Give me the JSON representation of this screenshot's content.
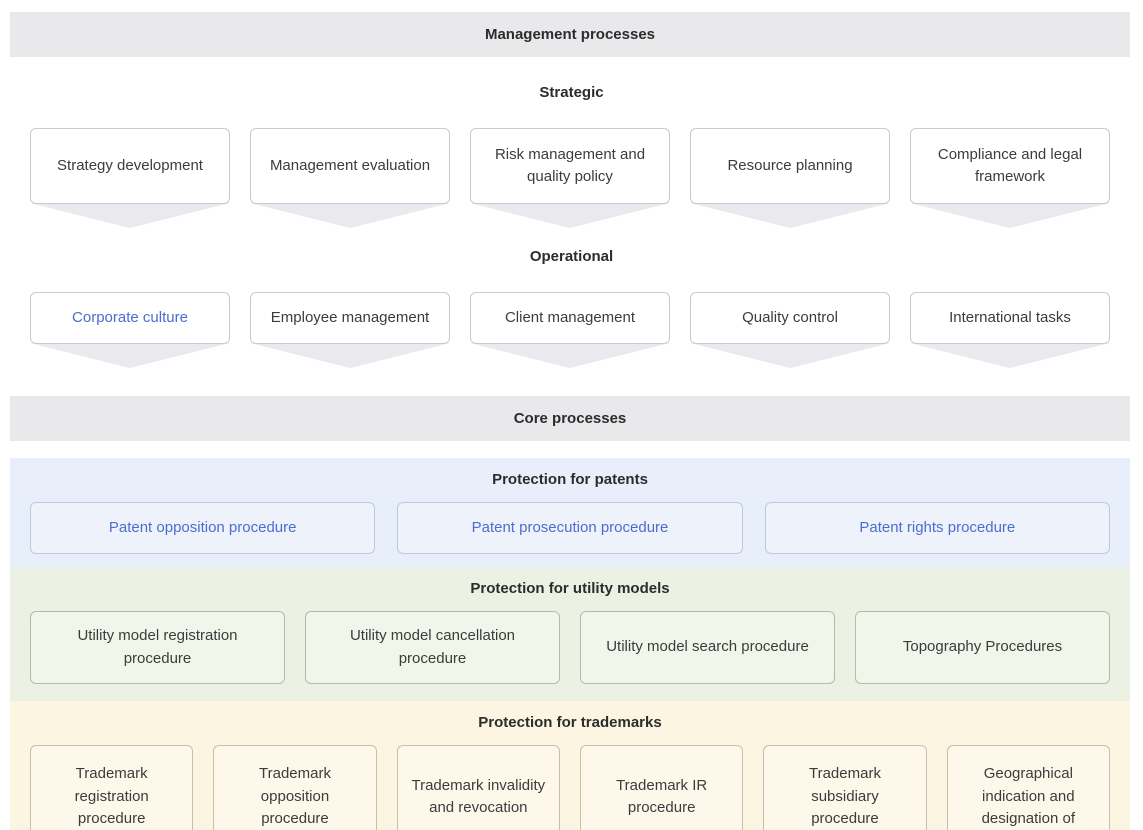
{
  "management": {
    "banner": "Management processes",
    "strategic": {
      "heading": "Strategic",
      "items": [
        "Strategy development",
        "Management evaluation",
        "Risk management and quality policy",
        "Resource planning",
        "Compliance and legal framework"
      ]
    },
    "operational": {
      "heading": "Operational",
      "items": [
        "Corporate culture",
        "Employee management",
        "Client management",
        "Quality control",
        "International tasks"
      ]
    }
  },
  "core": {
    "banner": "Core processes",
    "patents": {
      "heading": "Protection for patents",
      "items": [
        "Patent opposition procedure",
        "Patent prosecution procedure",
        "Patent rights procedure"
      ]
    },
    "utility": {
      "heading": "Protection for utility models",
      "items": [
        "Utility model registration procedure",
        "Utility model cancellation procedure",
        "Utility model search procedure",
        "Topography Procedures"
      ]
    },
    "trademarks": {
      "heading": "Protection for trademarks",
      "items": [
        "Trademark registration procedure",
        "Trademark opposition procedure",
        "Trademark invalidity and revocation",
        "Trademark IR procedure",
        "Trademark subsidiary procedure",
        "Geographical indication and designation of"
      ]
    }
  },
  "colors": {
    "banner_gray": "#e9e9ec",
    "chevron_gray": "#e9e9ee",
    "link_blue": "#4d6ccf",
    "patents_section_bg": "#e8effa",
    "utility_section_bg": "#ebf2e3",
    "trademarks_section_bg": "#fcf5e1",
    "box_border_gray": "#c8c8d2",
    "heading_text": "#2c2c2c",
    "body_text": "#3c3c3c"
  }
}
